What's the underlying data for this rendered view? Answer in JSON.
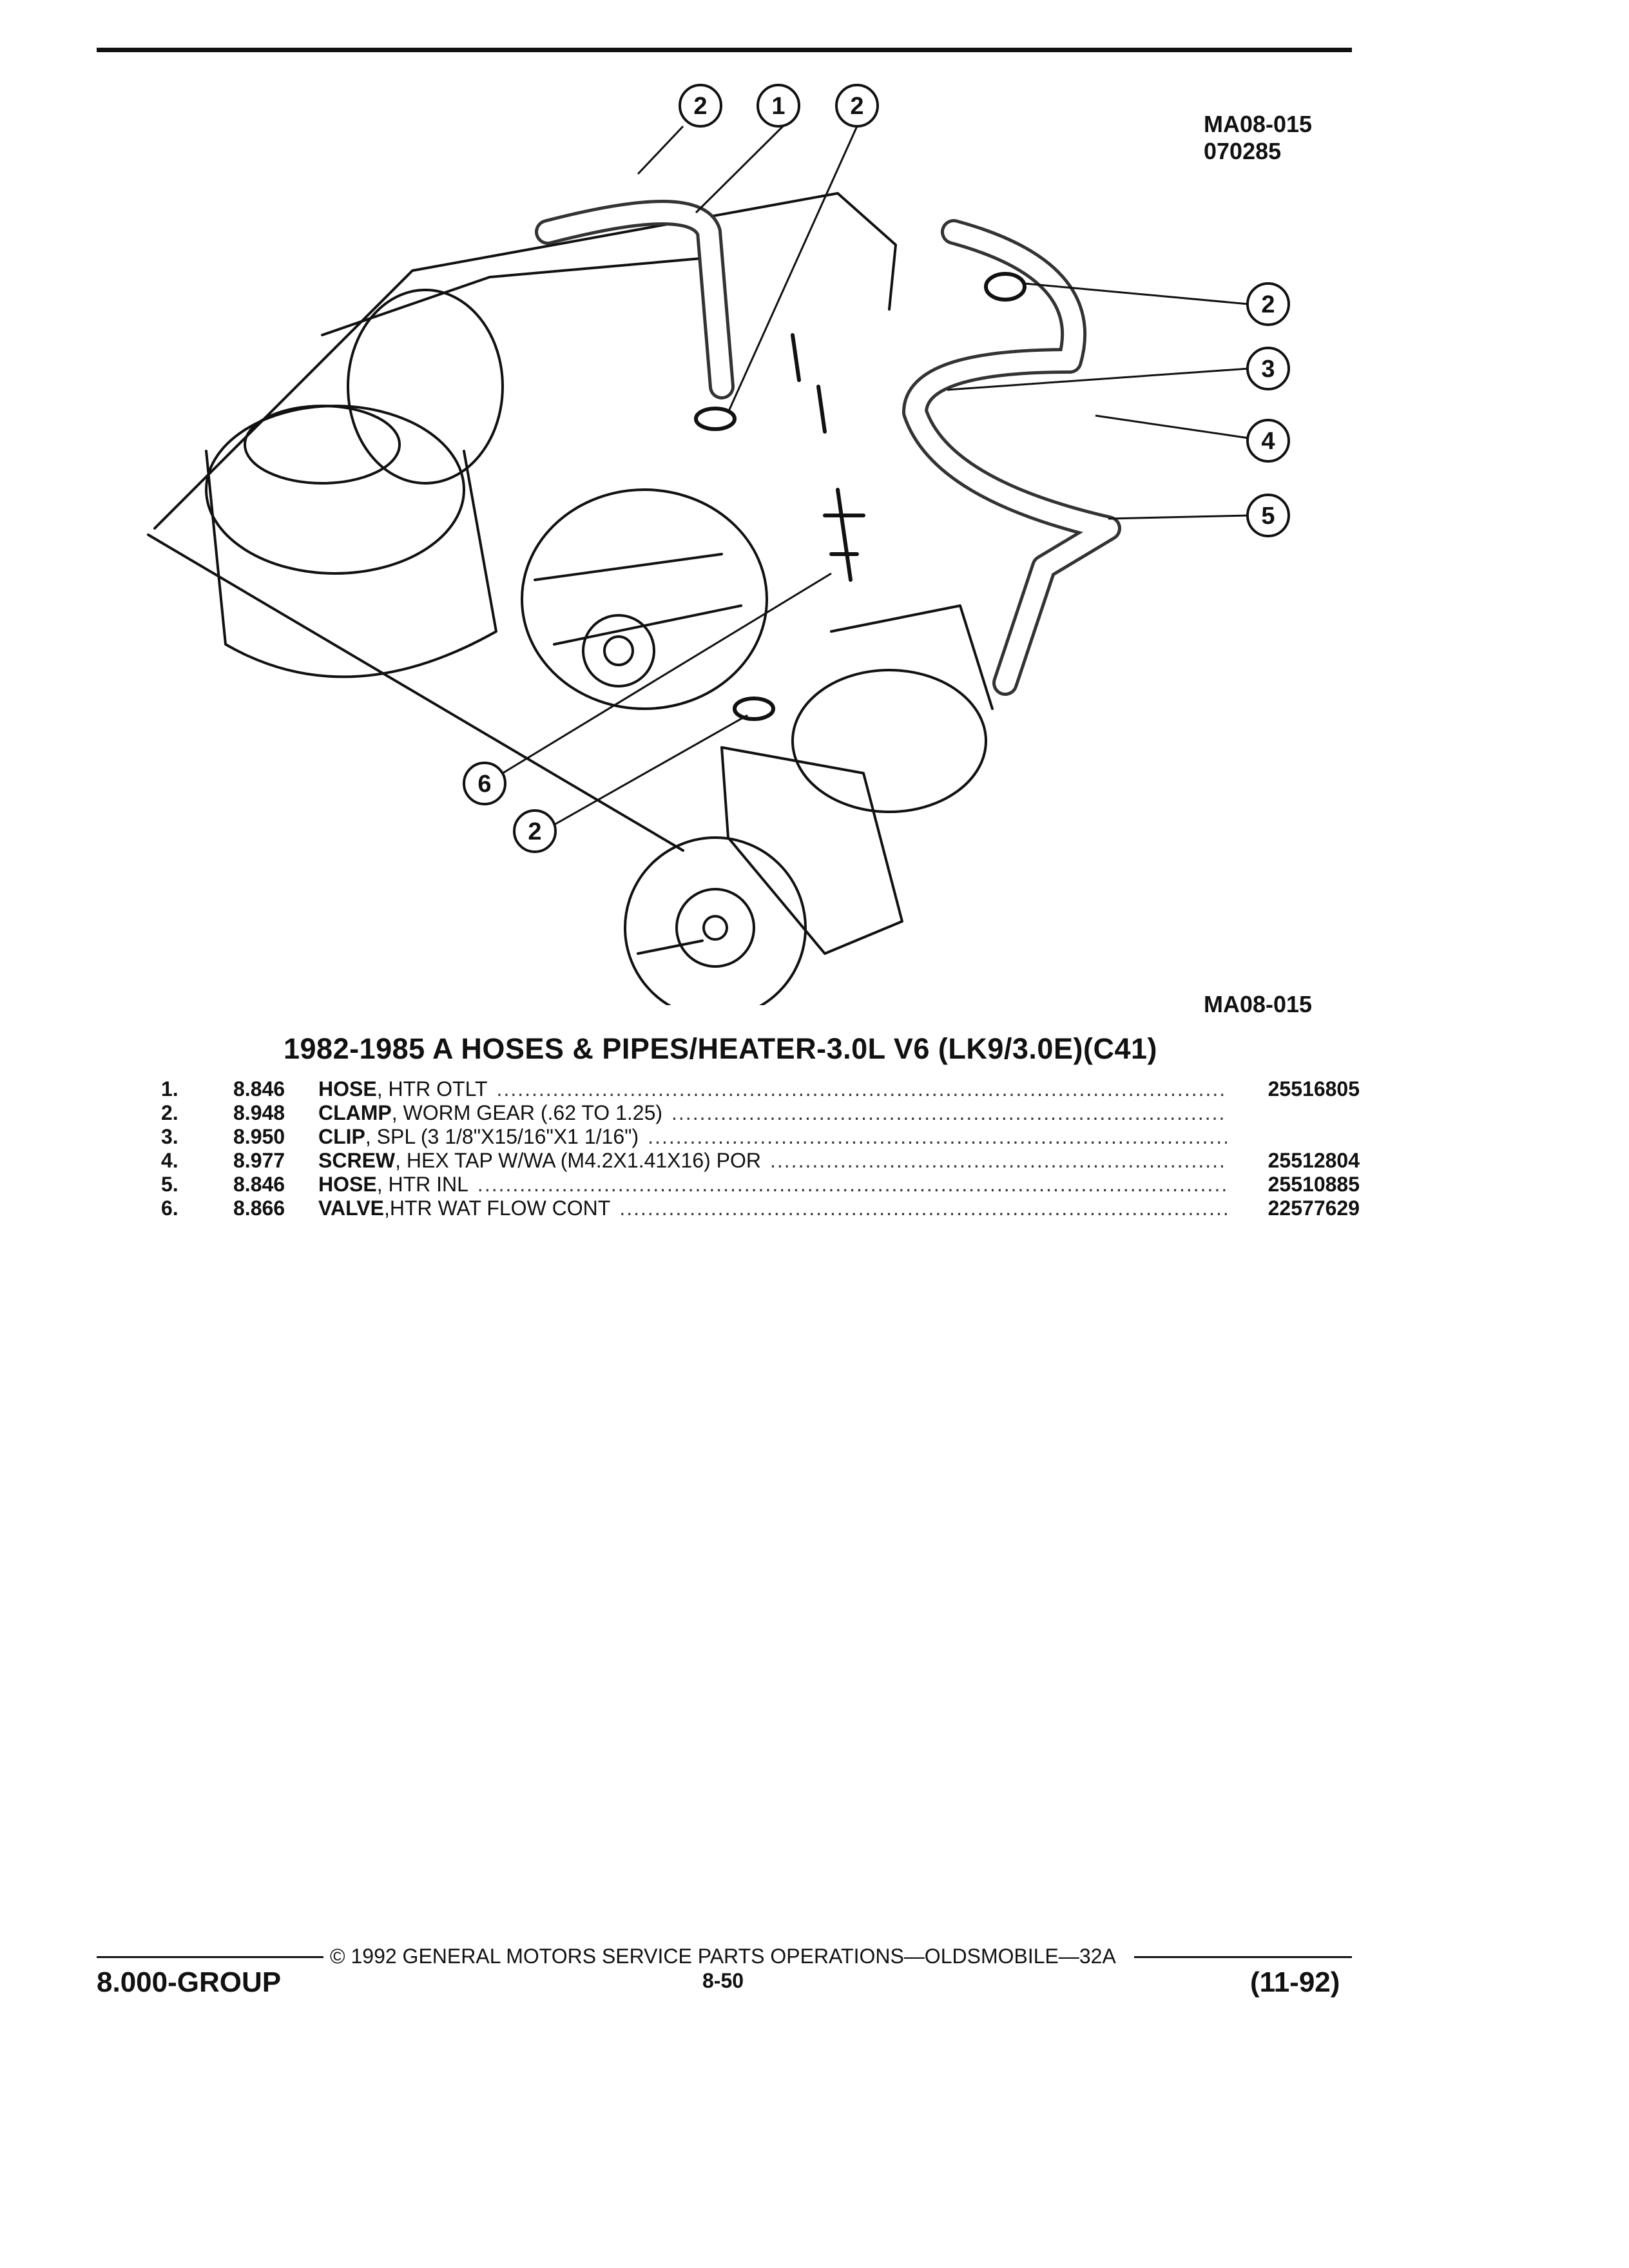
{
  "diagram": {
    "ref_code": "MA08-015",
    "ref_date": "070285",
    "ref_code_bottom": "MA08-015",
    "callouts": [
      "2",
      "1",
      "2",
      "2",
      "3",
      "4",
      "5",
      "6",
      "2"
    ]
  },
  "title": "1982-1985 A HOSES & PIPES/HEATER-3.0L V6 (LK9/3.0E)(C41)",
  "parts": [
    {
      "num": "1.",
      "code": "8.846",
      "name": "HOSE",
      "detail": ", HTR OTLT",
      "part_number": "25516805"
    },
    {
      "num": "2.",
      "code": "8.948",
      "name": "CLAMP",
      "detail": ", WORM GEAR (.62 TO 1.25)",
      "part_number": ""
    },
    {
      "num": "3.",
      "code": "8.950",
      "name": "CLIP",
      "detail": ", SPL (3 1/8\"X15/16\"X1 1/16\")",
      "part_number": ""
    },
    {
      "num": "4.",
      "code": "8.977",
      "name": "SCREW",
      "detail": ", HEX TAP W/WA (M4.2X1.41X16) POR",
      "part_number": "25512804"
    },
    {
      "num": "5.",
      "code": "8.846",
      "name": "HOSE",
      "detail": ", HTR INL",
      "part_number": "25510885"
    },
    {
      "num": "6.",
      "code": "8.866",
      "name": "VALVE",
      "detail": ",HTR WAT FLOW CONT",
      "part_number": "22577629"
    }
  ],
  "footer": {
    "copyright": "© 1992 GENERAL MOTORS SERVICE PARTS OPERATIONS—OLDSMOBILE—32A",
    "group": "8.000-GROUP",
    "page": "8-50",
    "date": "(11-92)"
  },
  "colors": {
    "ink": "#111111",
    "paper": "#ffffff"
  }
}
